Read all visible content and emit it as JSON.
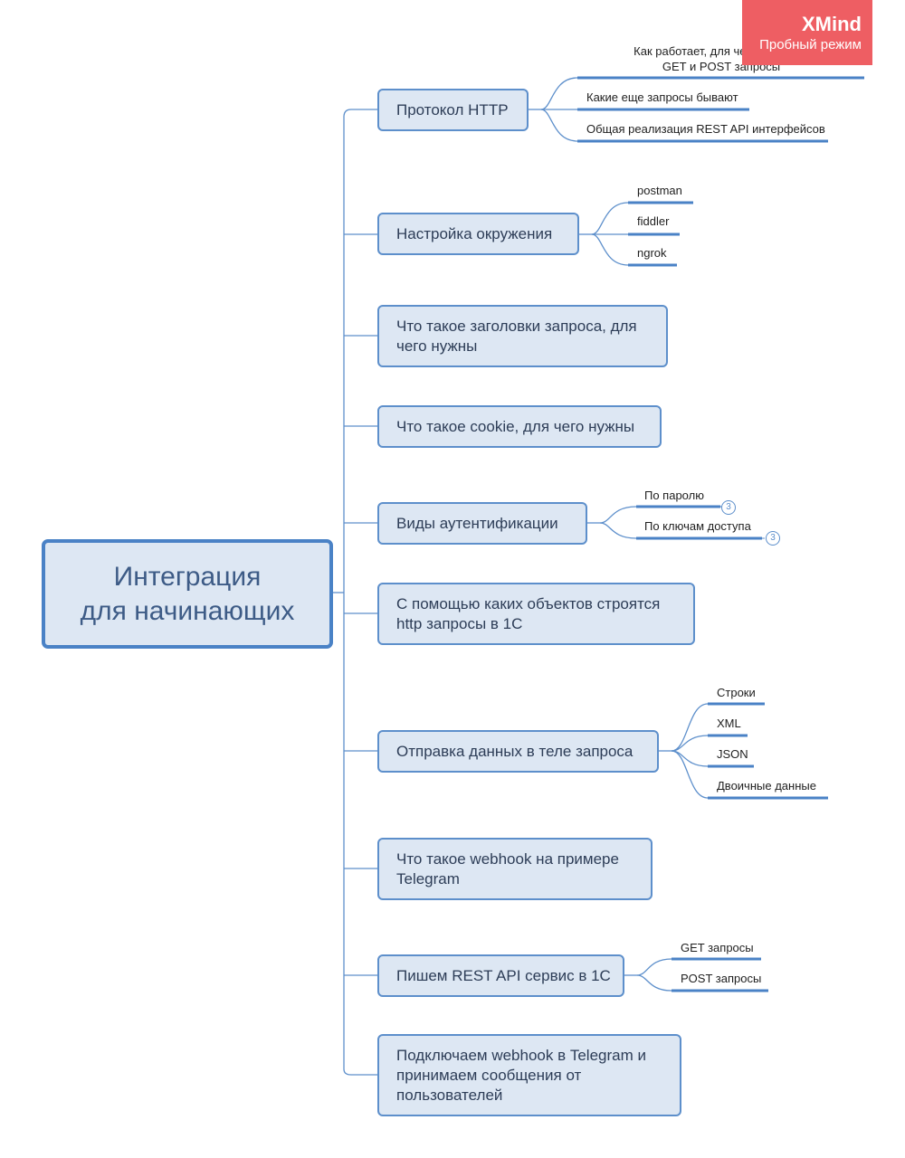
{
  "watermark": {
    "brand": "XMind",
    "mode": "Пробный режим"
  },
  "root": {
    "title_line1": "Интеграция",
    "title_line2": "для начинающих"
  },
  "topics": [
    {
      "label": "Протокол HTTP",
      "children": [
        {
          "label_line1": "Как работает, для чего предна...",
          "label_line2": "GET и POST запросы"
        },
        {
          "label": "Какие еще запросы бывают"
        },
        {
          "label": "Общая реализация REST API интерфейсов"
        }
      ]
    },
    {
      "label": "Настройка окружения",
      "children": [
        {
          "label": "postman"
        },
        {
          "label": "fiddler"
        },
        {
          "label": "ngrok"
        }
      ]
    },
    {
      "label": "Что такое заголовки запроса, для чего нужны"
    },
    {
      "label": "Что такое cookie, для чего нужны"
    },
    {
      "label": "Виды аутентификации",
      "children": [
        {
          "label": "По паролю",
          "badge": "3"
        },
        {
          "label": "По ключам доступа",
          "badge": "3"
        }
      ]
    },
    {
      "label": "С помощью каких объектов строятся http запросы в 1С"
    },
    {
      "label": "Отправка данных в теле запроса",
      "children": [
        {
          "label": "Строки"
        },
        {
          "label": "XML"
        },
        {
          "label": "JSON"
        },
        {
          "label": "Двоичные данные"
        }
      ]
    },
    {
      "label": "Что такое webhook на примере Telegram"
    },
    {
      "label": "Пишем REST API сервис в 1С",
      "children": [
        {
          "label": "GET запросы"
        },
        {
          "label": "POST запросы"
        }
      ]
    },
    {
      "label": "Подключаем webhook в Telegram и принимаем сообщения от пользователей"
    }
  ],
  "colors": {
    "node_fill": "#dde7f3",
    "node_border": "#5d8fcb",
    "line": "#5d8fcb",
    "watermark_bg": "#ee5e63"
  }
}
